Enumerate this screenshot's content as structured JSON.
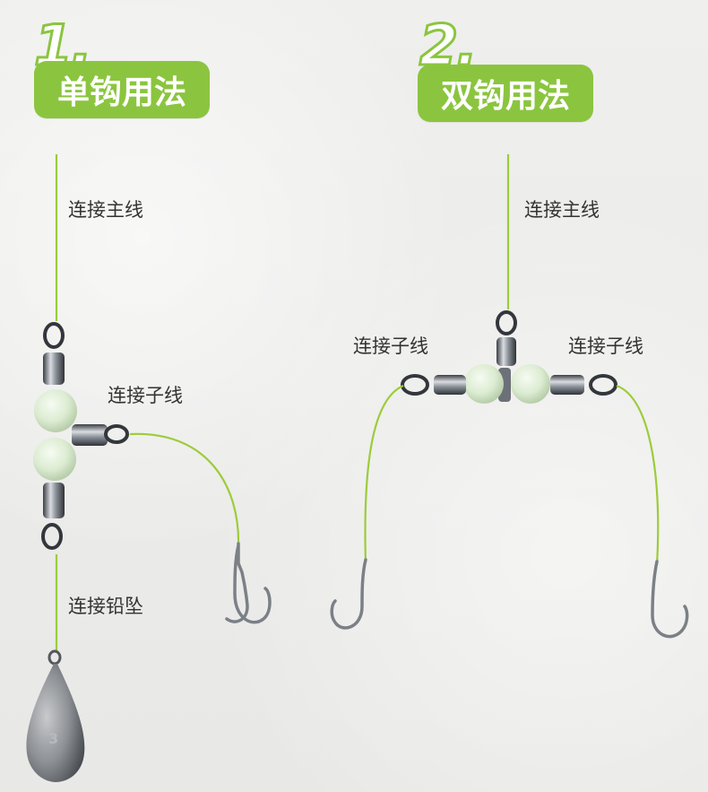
{
  "panels": [
    {
      "number": "1.",
      "title": "单钩用法",
      "labels": {
        "main_line": "连接主线",
        "sub_line": "连接子线",
        "sinker": "连接铅坠"
      },
      "sinker_mark": "3"
    },
    {
      "number": "2.",
      "title": "双钩用法",
      "labels": {
        "main_line": "连接主线",
        "sub_line_left": "连接子线",
        "sub_line_right": "连接子线"
      }
    }
  ],
  "colors": {
    "accent": "#8bc53f",
    "line": "#9ccc3a",
    "bead": "#dff0d6",
    "metal": "#5a5f66",
    "text": "#333333"
  }
}
